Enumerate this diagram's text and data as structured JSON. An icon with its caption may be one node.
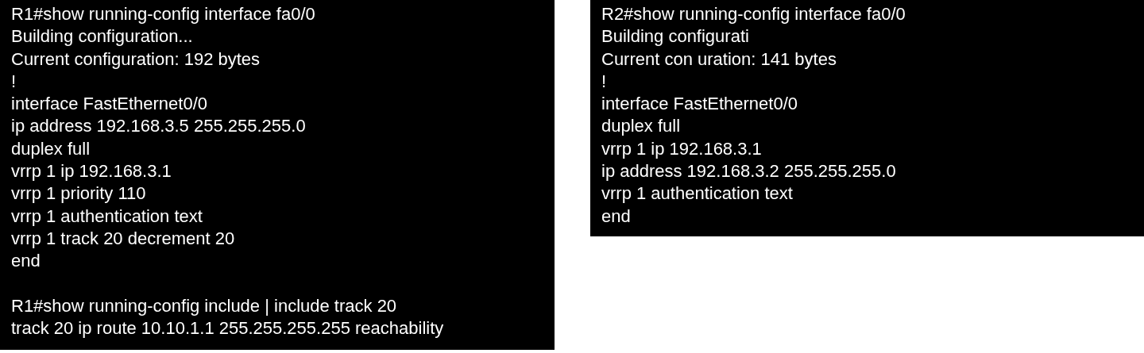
{
  "diagram": {
    "nodes": [
      {
        "text": [
          "R1#show running-config interface fa0/0",
          "Building configuration...",
          "Current configuration: 192 bytes",
          "!",
          "interface FastEthernet0/0",
          "ip address 192.168.3.5 255.255.255.0",
          "duplex full",
          "vrrp 1 ip 192.168.3.1",
          "vrrp 1 priority 110",
          "vrrp 1 authentication text",
          "vrrp 1 track 20 decrement 20",
          "end",
          "R1#show running-config include | include track 20",
          "track 20 ip route 10.10.1.1 255.255.255.255 reachability"
        ]
      },
      {
        "text": [
          "R2#show running-config interface fa0/0",
          "Building configurati",
          "Current con uration: 141 bytes",
          "!",
          "interface FastEthernet0/0",
          "duplex full",
          "vrrp 1 ip 192.168.3.1",
          "ip address 192.168.3.2 255.255.255.0",
          "vrrp 1 authentication text",
          "end"
        ]
      }
    ]
  }
}
